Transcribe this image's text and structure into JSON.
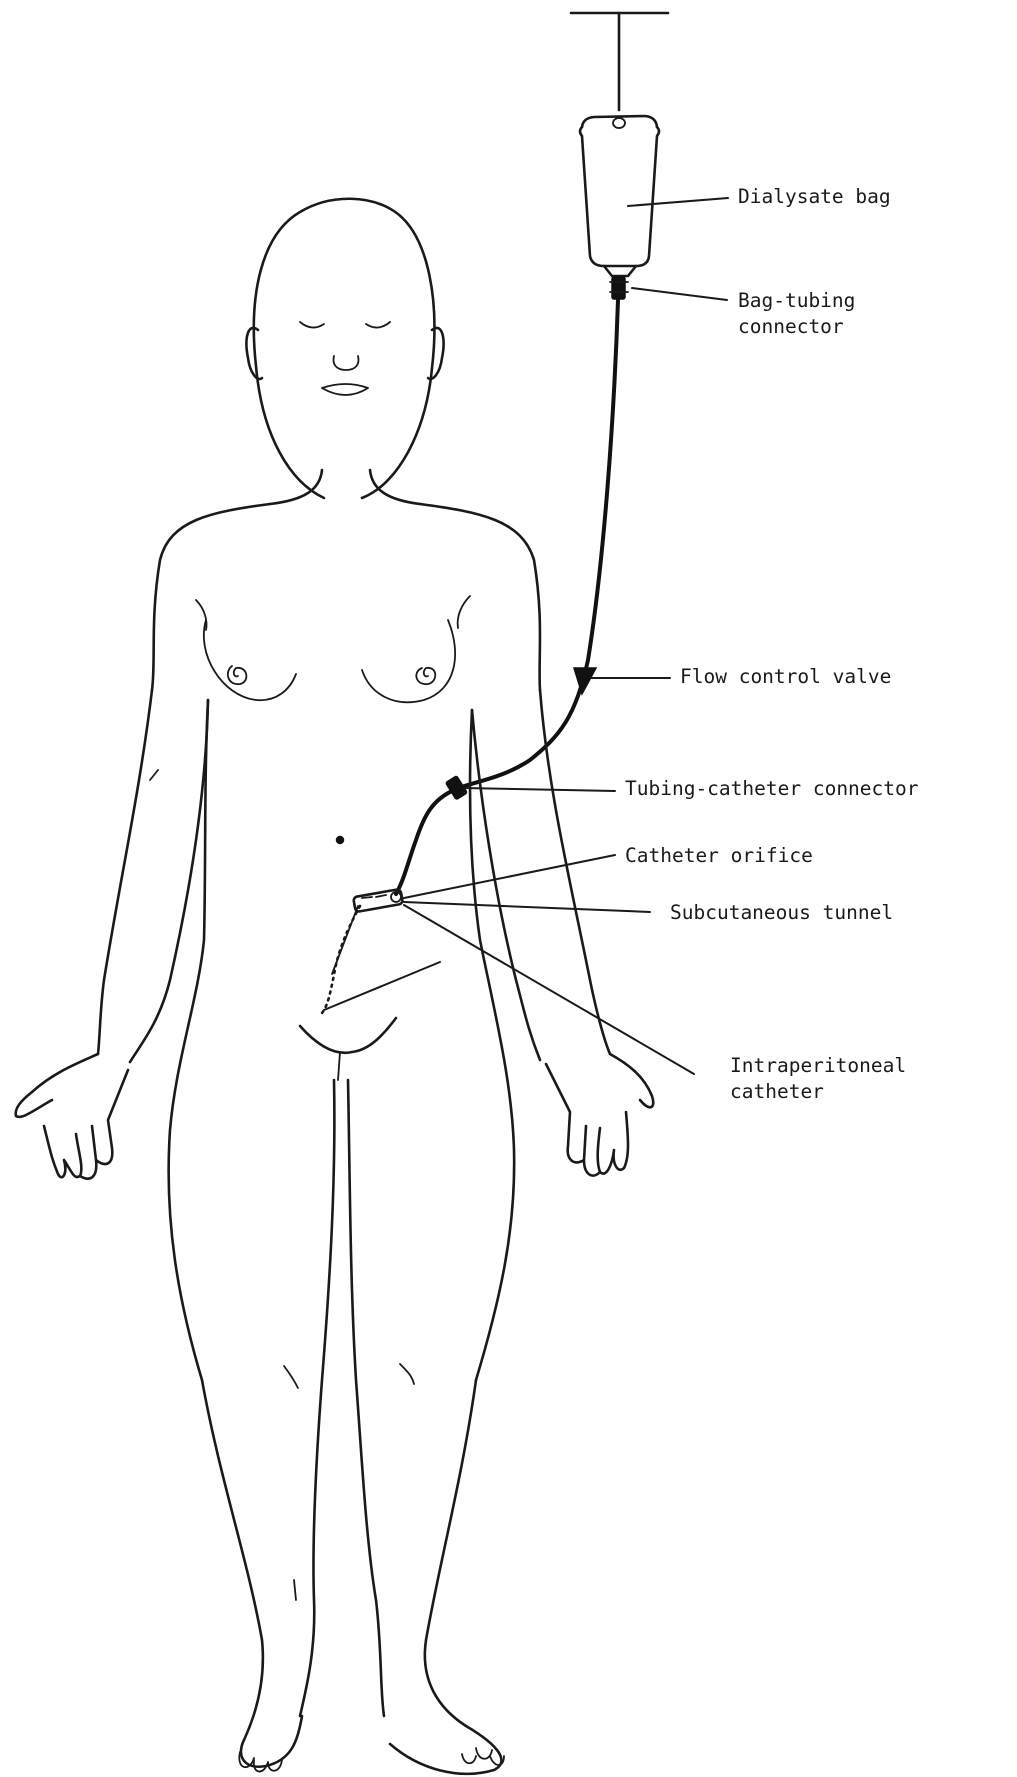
{
  "labels": {
    "dialysate_bag": "Dialysate bag",
    "bag_tubing_connector_line1": "Bag-tubing",
    "bag_tubing_connector_line2": "connector",
    "flow_control_valve": "Flow control valve",
    "tubing_catheter_connector": "Tubing-catheter connector",
    "catheter_orifice": "Catheter orifice",
    "subcutaneous_tunnel": "Subcutaneous tunnel",
    "intraperitoneal_catheter_line1": "Intraperitoneal",
    "intraperitoneal_catheter_line2": "catheter"
  },
  "style": {
    "ink_color": "#1a1a1a",
    "background": "#ffffff"
  }
}
